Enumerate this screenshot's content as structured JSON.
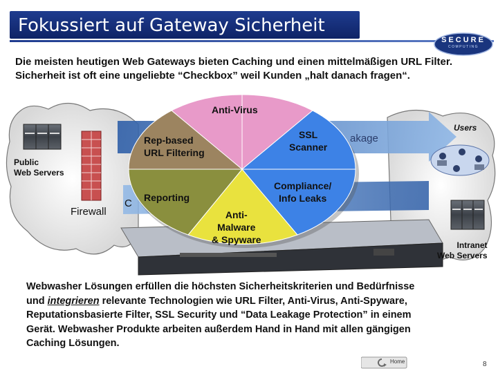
{
  "slide": {
    "title": "Fokussiert auf Gateway Sicherheit",
    "logo": {
      "word": "SECURE",
      "sub": "COMPUTING"
    },
    "intro": [
      "Die meisten heutigen Web Gateways bieten Caching und einen mittelmäßigen URL Filter.",
      "Sicherheit ist oft eine ungeliebte “Checkbox” weil Kunden „halt danach fragen“."
    ],
    "diagram": {
      "public_servers": "Public\nWeb Servers",
      "firewall": "Firewall",
      "users": "Users",
      "intranet": "Intranet\nWeb Servers",
      "arrow_fragment_top": "akage",
      "arrow_fragment_bottom": "C",
      "wedges": {
        "antivirus": "Anti-Virus",
        "ssl": "SSL\nScanner",
        "rep": "Rep-based\nURL Filtering",
        "reporting": "Reporting",
        "compliance": "Compliance/\nInfo Leaks",
        "malware": "Anti-\nMalware\n& Spyware"
      }
    },
    "body": {
      "line1": "Webwasher Lösungen erfüllen die höchsten Sicherheitskriterien und Bedürfnisse",
      "line2_pre": "und ",
      "line2_em": "integrieren",
      "line2_post": " relevante Technologien wie URL Filter,  Anti-Virus, Anti-Spyware,",
      "line3": "Reputationsbasierte Filter, SSL Security und “Data Leakage Protection” in einem",
      "line4": "Gerät. Webwasher Produkte arbeiten außerdem Hand in Hand mit allen gängigen",
      "line5": "Caching Lösungen."
    },
    "footer": {
      "home": "Home",
      "page": "8"
    }
  },
  "colors": {
    "title_bg": "#1f3c8f",
    "wedge_top": "#e89ac9",
    "wedge_right": "#3d82e6",
    "wedge_bottom": "#e9e23e",
    "wedge_left_upper": "#9c8460",
    "wedge_left_lower": "#8a8f3e",
    "arrow": "#4f86c6"
  }
}
